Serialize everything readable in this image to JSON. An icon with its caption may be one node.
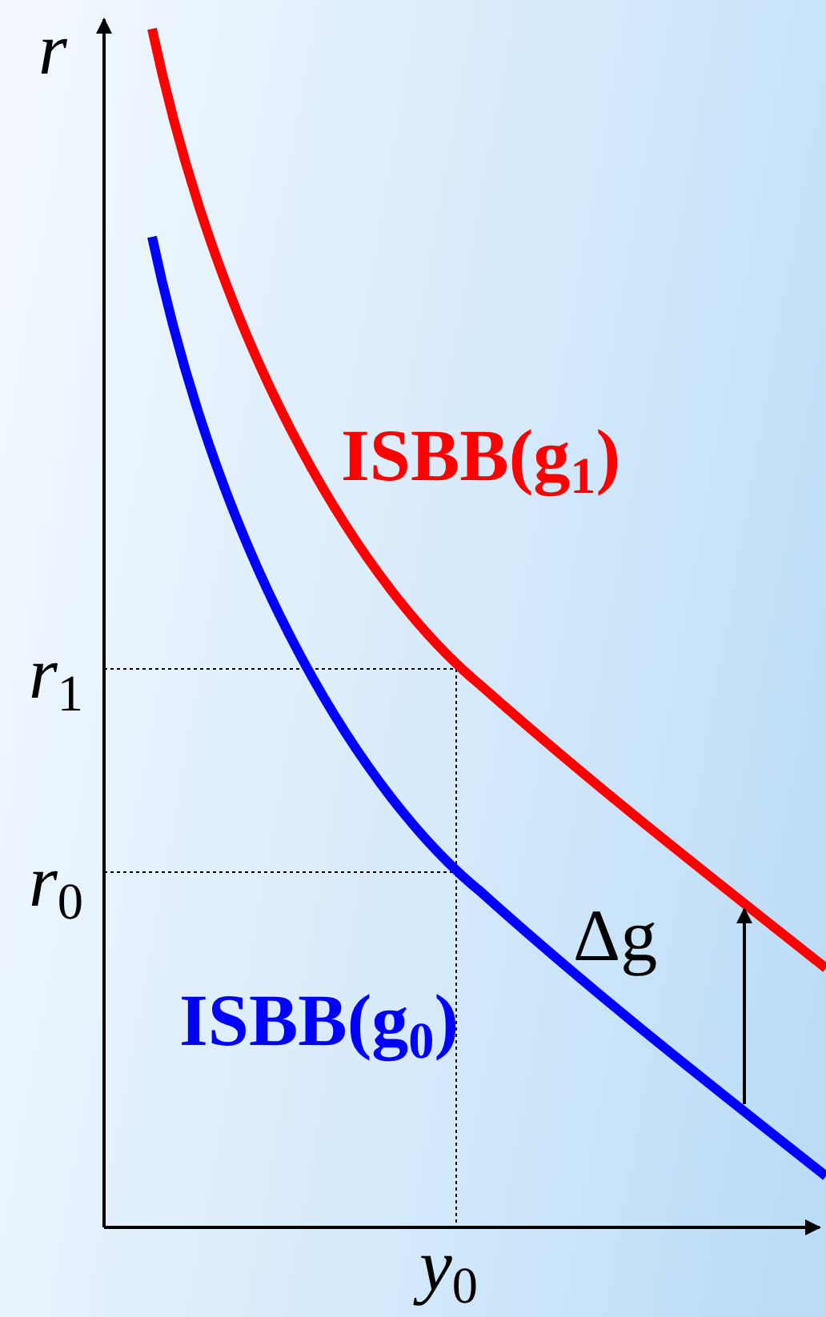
{
  "diagram": {
    "labels": [
      "r",
      "ISBB(g$_{1}$)",
      "r$_{1}$",
      "r$_{0}$",
      "Δg",
      "ISBB(g$_{0}$)",
      "y$_{0}$"
    ]
  }
}
